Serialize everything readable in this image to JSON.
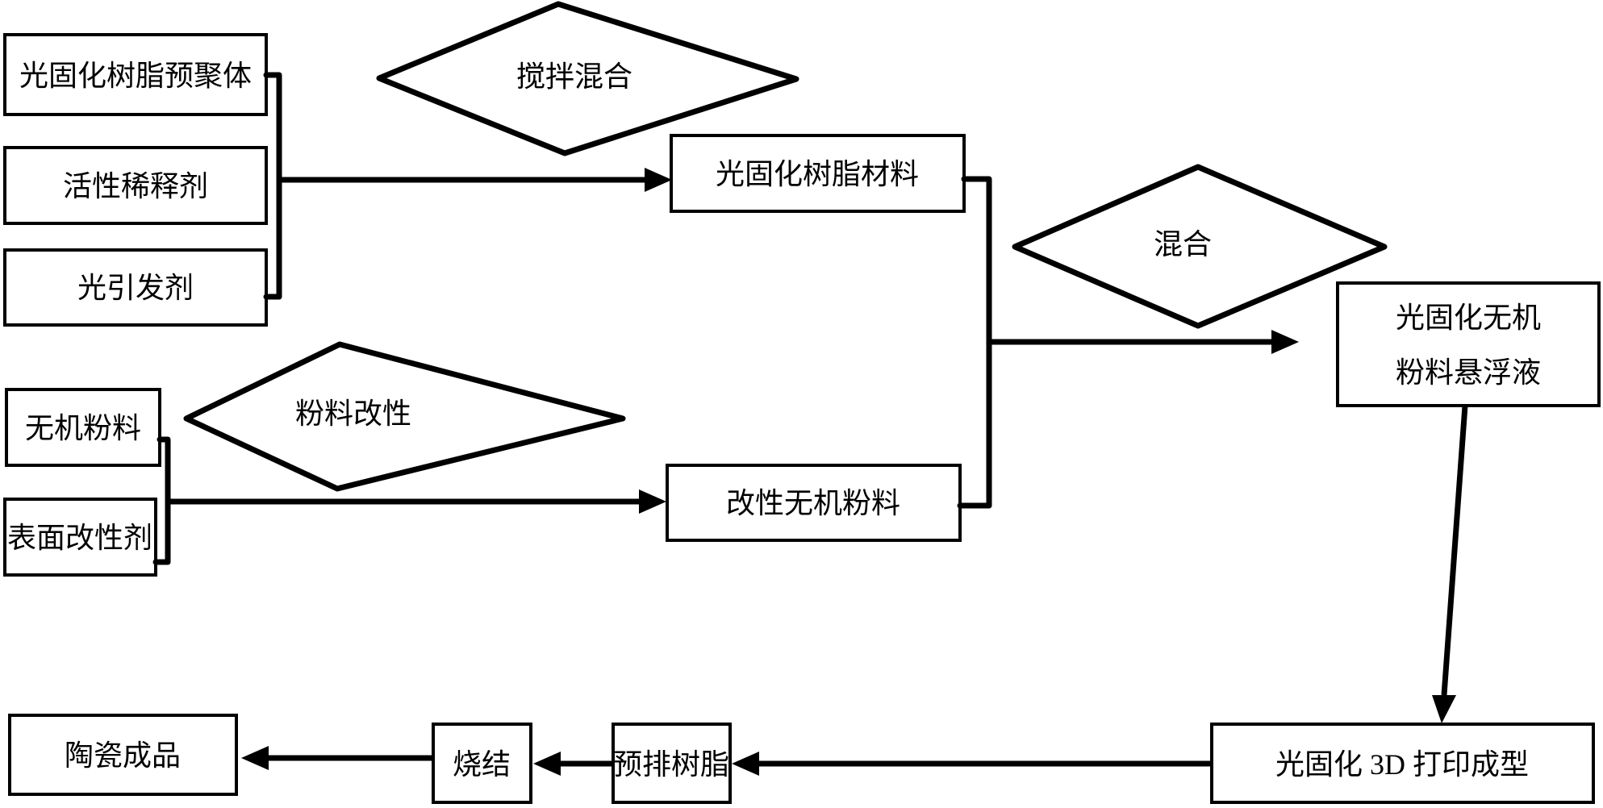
{
  "diagram": {
    "type": "flowchart",
    "background_color": "#ffffff",
    "line_color": "#000000",
    "nodes": {
      "prepolymer": "光固化树脂预聚体",
      "reactive_diluent": "活性稀释剂",
      "photoinitiator": "光引发剂",
      "stir_mixing": "搅拌混合",
      "resin_material": "光固化树脂材料",
      "inorganic_powder": "无机粉料",
      "surface_modifier": "表面改性剂",
      "powder_modification": "粉料改性",
      "modified_powder": "改性无机粉料",
      "mixing": "混合",
      "suspension_line1": "光固化无机",
      "suspension_line2": "粉料悬浮液",
      "printing_3d": "光固化 3D 打印成型",
      "pre_resin_removal": "预排树脂",
      "sintering": "烧结",
      "ceramic_product": "陶瓷成品"
    },
    "edges": [
      {
        "from": "光固化树脂预聚体 + 活性稀释剂 + 光引发剂",
        "via": "搅拌混合",
        "to": "光固化树脂材料"
      },
      {
        "from": "无机粉料 + 表面改性剂",
        "via": "粉料改性",
        "to": "改性无机粉料"
      },
      {
        "from": "光固化树脂材料 + 改性无机粉料",
        "via": "混合",
        "to": "光固化无机粉料悬浮液"
      },
      {
        "from": "光固化无机粉料悬浮液",
        "to": "光固化 3D 打印成型"
      },
      {
        "from": "光固化 3D 打印成型",
        "to": "预排树脂"
      },
      {
        "from": "预排树脂",
        "to": "烧结"
      },
      {
        "from": "烧结",
        "to": "陶瓷成品"
      }
    ]
  }
}
